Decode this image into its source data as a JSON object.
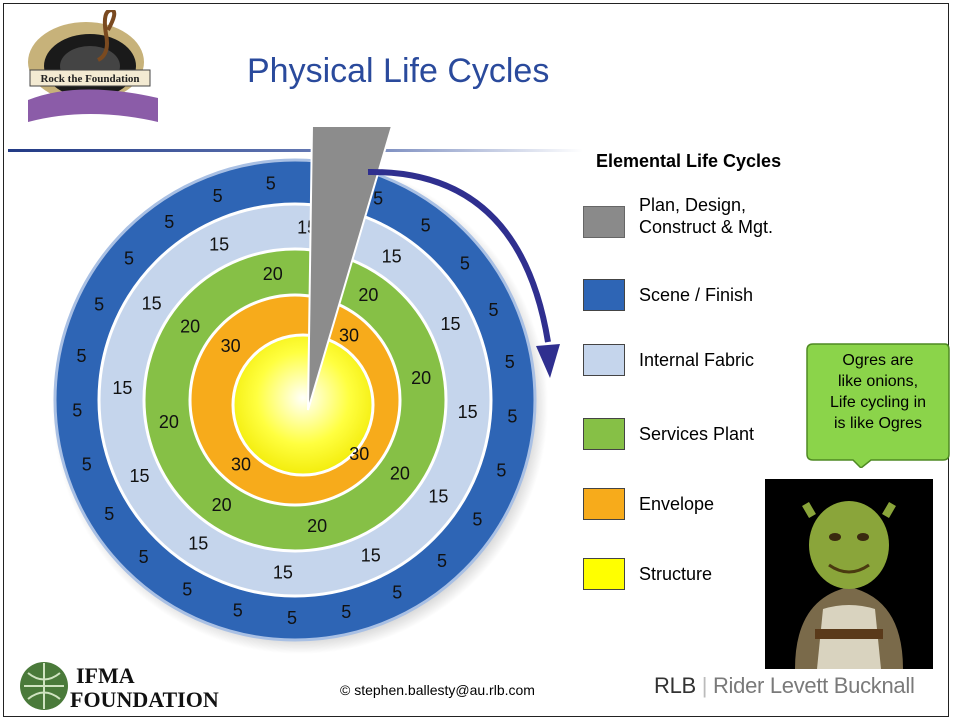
{
  "title": "Physical Life Cycles",
  "logo": {
    "text": "Rock the Foundation"
  },
  "legend": {
    "title": "Elemental Life Cycles",
    "items": [
      {
        "label": "Plan, Design, Construct & Mgt.",
        "line1": "Plan, Design,",
        "line2": "Construct & Mgt.",
        "color": "#8a8a8a"
      },
      {
        "label": "Scene / Finish",
        "color": "#2e65b5"
      },
      {
        "label": "Internal Fabric",
        "color": "#c5d5ec"
      },
      {
        "label": "Services Plant",
        "color": "#86c046"
      },
      {
        "label": "Envelope",
        "color": "#f7ab1b"
      },
      {
        "label": "Structure",
        "color": "#ffff00"
      }
    ]
  },
  "rings": {
    "scene": {
      "name": "Scene / Finish",
      "cycle": "5",
      "labels": 25
    },
    "fabric": {
      "name": "Internal Fabric",
      "cycle": "15",
      "labels": 12
    },
    "services": {
      "name": "Services Plant",
      "cycle": "20",
      "labels": 8
    },
    "envelope": {
      "name": "Envelope",
      "cycle": "30",
      "labels": 4
    }
  },
  "callout": {
    "lines": [
      "Ogres are",
      "like onions,",
      "Life cycling in",
      "is like Ogres"
    ],
    "color": "#8bd44a"
  },
  "footer": {
    "ifma_line1": "IFMA",
    "ifma_line2": "FOUNDATION",
    "copyright": "© stephen.ballesty@au.rlb.com",
    "rlb_mark": "RLB",
    "rlb_name": "Rider Levett Bucknall"
  }
}
